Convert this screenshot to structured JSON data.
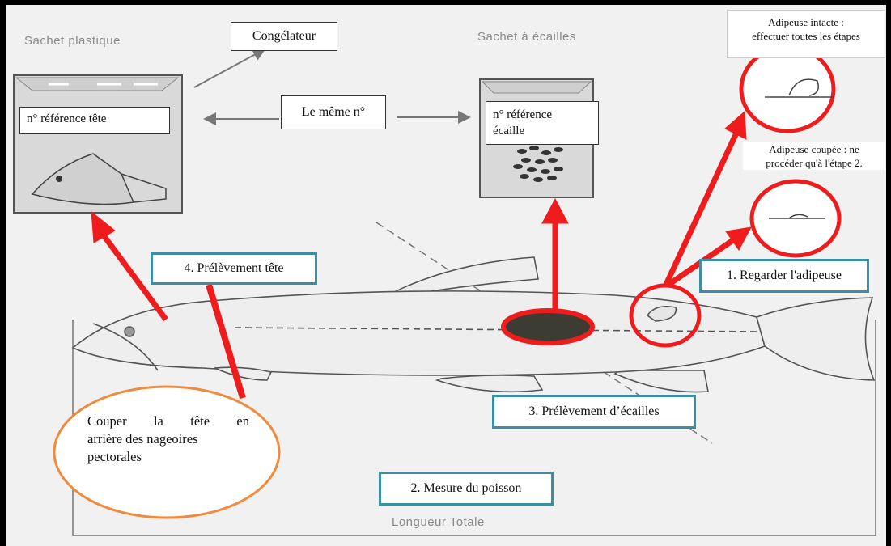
{
  "labels": {
    "sachet_plastique": "Sachet plastique",
    "sachet_ecailles": "Sachet à écailles",
    "longueur_totale": "Longueur Totale",
    "congelateur": "Congélateur",
    "meme_numero": "Le même n°",
    "ref_tete": "n° référence tête",
    "ref_ecaille_1": "n° référence",
    "ref_ecaille_2": "écaille",
    "adipeuse_intacte_1": "Adipeuse intacte :",
    "adipeuse_intacte_2": "effectuer toutes les étapes",
    "adipeuse_coupee_1": "Adipeuse coupée : ne",
    "adipeuse_coupee_2": "procéder qu'à l'étape 2."
  },
  "steps": {
    "step1": "1. Regarder l'adipeuse",
    "step2": "2. Mesure du poisson",
    "step3": "3. Prélèvement d’écailles",
    "step4": "4. Prélèvement tête"
  },
  "callout": {
    "line1": "Couper la tête en",
    "line2": "arrière des nageoires",
    "line3": "pectorales"
  },
  "colors": {
    "arrow_red": "#ee1c1c",
    "step_border": "#3b8fa5",
    "callout_border": "#f08a3c"
  }
}
